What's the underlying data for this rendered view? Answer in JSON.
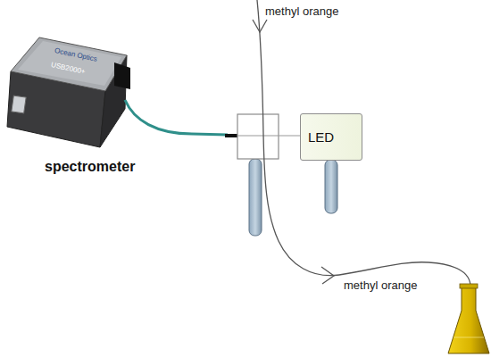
{
  "diagram": {
    "nodes": [
      {
        "text": [
          "LED"
        ]
      }
    ],
    "labels": [
      "methyl orange",
      "methyl orange",
      "spectrometer",
      "Ocean Optics",
      "USB2000+"
    ]
  }
}
